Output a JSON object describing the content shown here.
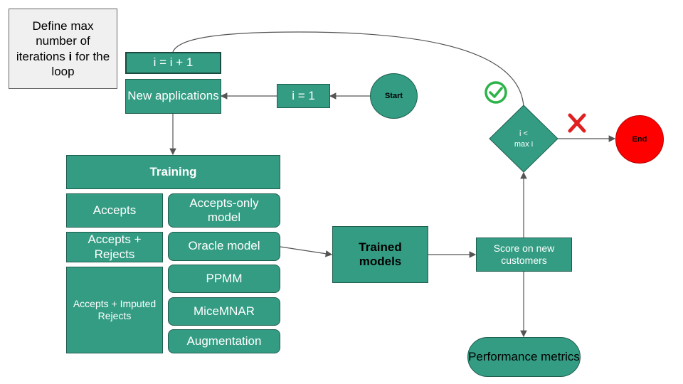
{
  "note": {
    "line1": "Define max number of iterations ",
    "bold": "i",
    "line2": " for the loop"
  },
  "nodes": {
    "increment": "i = i + 1",
    "new_applications": "New applications",
    "init": "i = 1",
    "start": "Start",
    "training": "Training",
    "accepts": "Accepts",
    "accepts_rejects": "Accepts + Rejects",
    "accepts_imputed": "Accepts + Imputed Rejects",
    "accepts_only_model": "Accepts-only model",
    "oracle_model": "Oracle model",
    "ppmm": "PPMM",
    "micemnar": "MiceMNAR",
    "augmentation": "Augmentation",
    "trained_models": "Trained models",
    "score": "Score on new customers",
    "performance": "Performance metrics",
    "condition_line1": "i <",
    "condition_line2": "max i",
    "end": "End"
  },
  "colors": {
    "node": "#339c83",
    "node_border": "#1f5e4f",
    "end": "#ff0000",
    "check": "#2db34a",
    "cross": "#e02020"
  }
}
